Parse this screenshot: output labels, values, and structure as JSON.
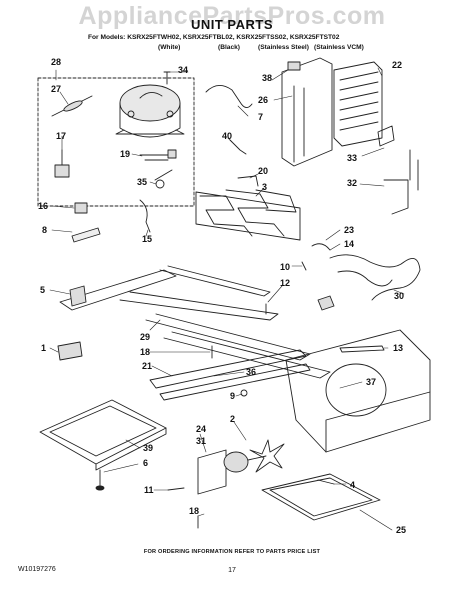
{
  "watermark": "AppliancePartsPros.com",
  "title": "UNIT PARTS",
  "models_line": "For Models: KSRX25FTWH02, KSRX25FTBL02, KSRX25FTSS02, KSRX25FTST02",
  "variants": [
    "(White)",
    "(Black)",
    "(Stainless Steel)",
    "(Stainless VCM)"
  ],
  "callouts": [
    "28",
    "34",
    "38",
    "22",
    "27",
    "26",
    "7",
    "17",
    "40",
    "19",
    "20",
    "33",
    "35",
    "3",
    "32",
    "16",
    "15",
    "8",
    "23",
    "14",
    "10",
    "30",
    "5",
    "12",
    "29",
    "18",
    "13",
    "1",
    "21",
    "36",
    "37",
    "9",
    "2",
    "24",
    "31",
    "39",
    "6",
    "11",
    "4",
    "25"
  ],
  "footer": "FOR ORDERING INFORMATION REFER TO PARTS PRICE LIST",
  "page_number": "17",
  "doc_number": "W10197276"
}
